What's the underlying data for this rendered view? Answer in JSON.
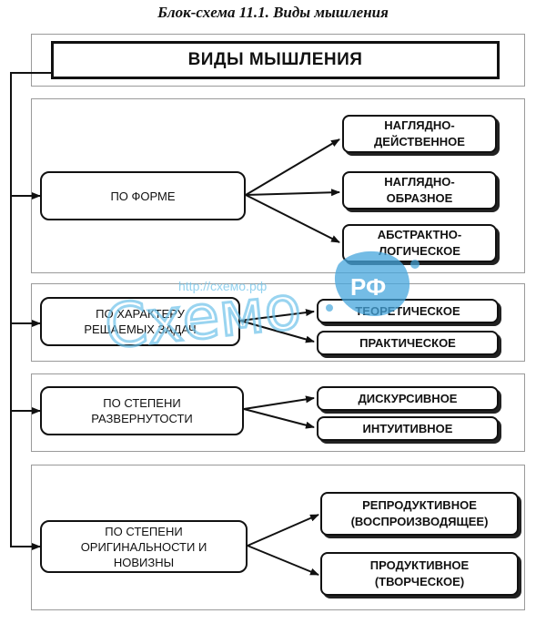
{
  "caption": "Блок-схема 11.1. Виды мышления",
  "title": "ВИДЫ МЫШЛЕНИЯ",
  "groups": [
    {
      "criterion": "ПО ФОРМЕ",
      "types": [
        "НАГЛЯДНО-\nДЕЙСТВЕННОЕ",
        "НАГЛЯДНО-\nОБРАЗНОЕ",
        "АБСТРАКТНО-\nЛОГИЧЕСКОЕ"
      ]
    },
    {
      "criterion": "ПО ХАРАКТЕРУ\nРЕШАЕМЫХ ЗАДАЧ",
      "types": [
        "ТЕОРЕТИЧЕСКОЕ",
        "ПРАКТИЧЕСКОЕ"
      ]
    },
    {
      "criterion": "ПО СТЕПЕНИ\nРАЗВЕРНУТОСТИ",
      "types": [
        "ДИСКУРСИВНОЕ",
        "ИНТУИТИВНОЕ"
      ]
    },
    {
      "criterion": "ПО СТЕПЕНИ\nОРИГИНАЛЬНОСТИ И\nНОВИЗНЫ",
      "types": [
        "РЕПРОДУКТИВНОЕ\n(ВОСПРОИЗВОДЯЩЕЕ)",
        "ПРОДУКТИВНОЕ\n(ТВОРЧЕСКОЕ)"
      ]
    }
  ],
  "watermark": {
    "url": "http://схемо.рф",
    "word": "Cхемо",
    "badge": "РФ"
  }
}
